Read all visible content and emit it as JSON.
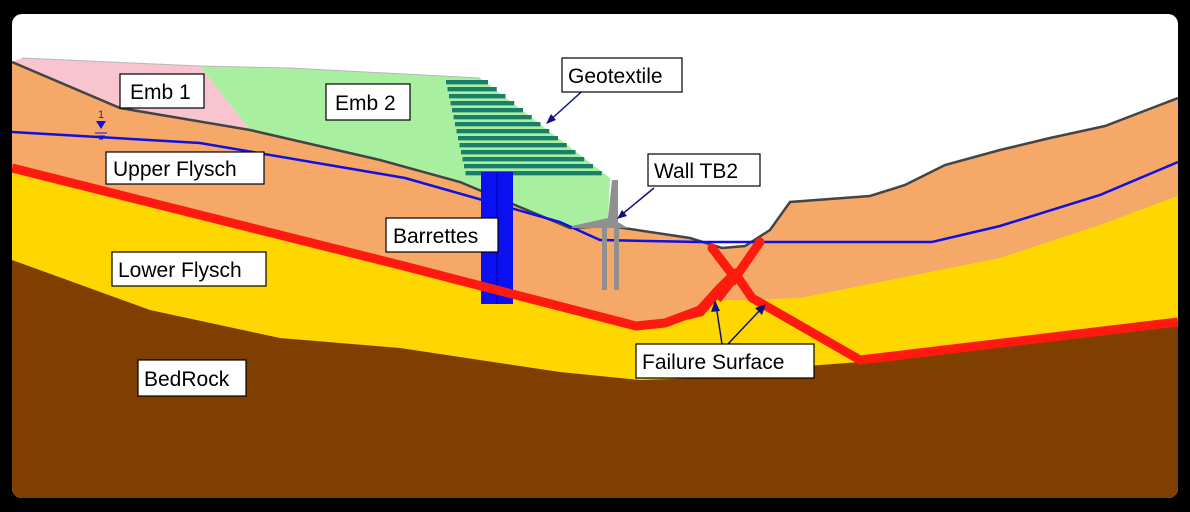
{
  "labels": {
    "emb1": "Emb 1",
    "emb2": "Emb 2",
    "geotextile": "Geotextile",
    "upper_flysch": "Upper Flysch",
    "wall": "Wall TB2",
    "barrettes": "Barrettes",
    "lower_flysch": "Lower Flysch",
    "failure_surface": "Failure Surface",
    "bedrock": "BedRock"
  },
  "water_table_marker": "1",
  "colors": {
    "sky": "#ffffff",
    "emb1": "#f7c4cf",
    "emb2": "#a8f0a0",
    "upper_flysch": "#f6a868",
    "lower_flysch": "#ffd700",
    "bedrock": "#7e3f00",
    "failure_surface": "#ff1a10",
    "water_table": "#1010e0",
    "barrettes": "#0a10f0",
    "geotextile": "#1a7f6a",
    "wall": "#909090",
    "ground_line": "#444444",
    "arrow": "#101080"
  }
}
